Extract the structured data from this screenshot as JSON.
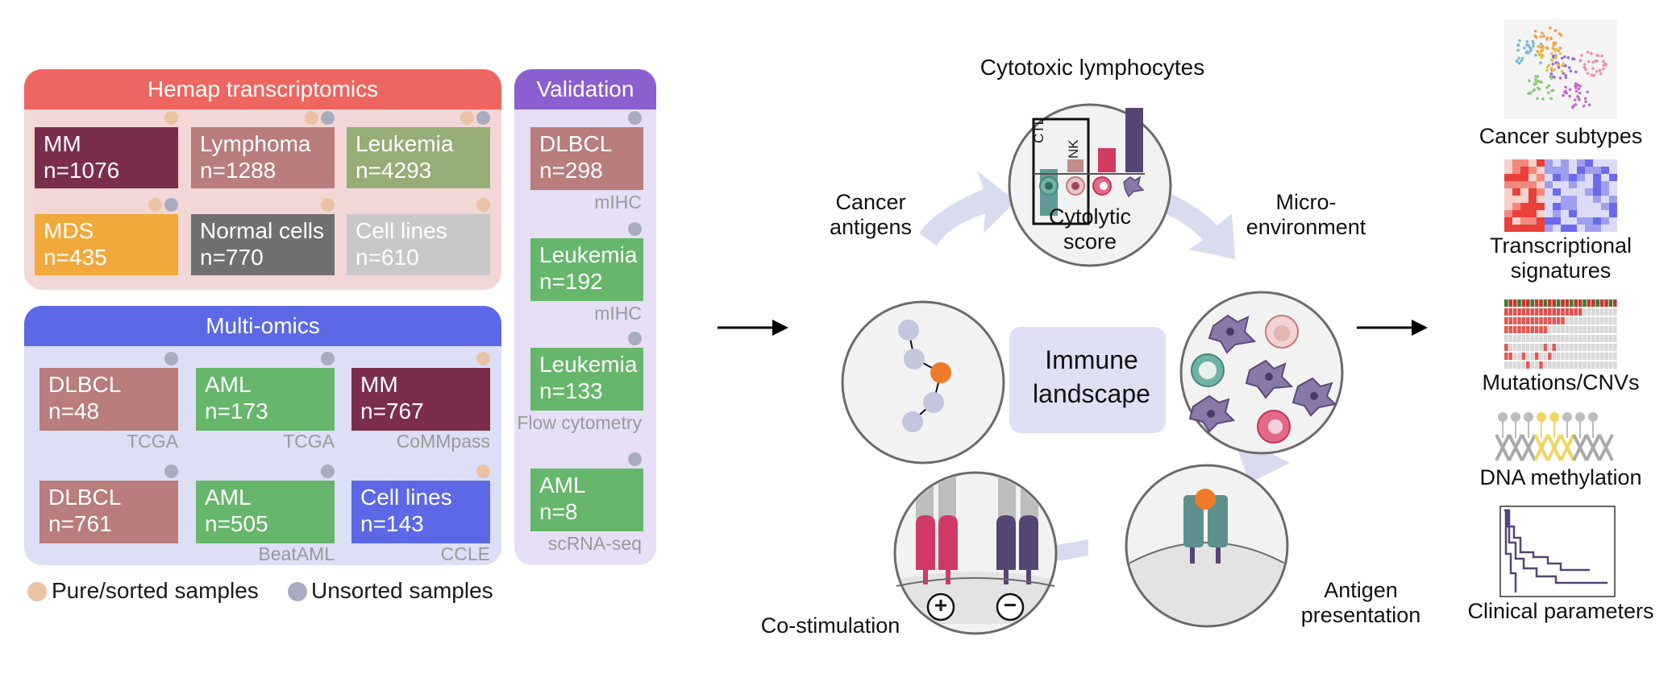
{
  "hemap": {
    "title": "Hemap transcriptomics",
    "cards": [
      {
        "name": "MM",
        "n": "n=1076",
        "color": "#7b2e4c",
        "dots": [
          "pure"
        ]
      },
      {
        "name": "Lymphoma",
        "n": "n=1288",
        "color": "#b87d7c",
        "dots": [
          "pure",
          "uns"
        ]
      },
      {
        "name": "Leukemia",
        "n": "n=4293",
        "color": "#97ad77",
        "dots": [
          "pure",
          "uns"
        ]
      },
      {
        "name": "MDS",
        "n": "n=435",
        "color": "#f0a93a",
        "dots": [
          "pure",
          "uns"
        ]
      },
      {
        "name": "Normal cells",
        "n": "n=770",
        "color": "#707070",
        "dots": [
          "pure"
        ]
      },
      {
        "name": "Cell lines",
        "n": "n=610",
        "color": "#c8c8c8",
        "dots": [
          "pure"
        ]
      }
    ]
  },
  "multiomics": {
    "title": "Multi-omics",
    "cards": [
      {
        "name": "DLBCL",
        "n": "n=48",
        "color": "#b87d7c",
        "source": "TCGA",
        "dots": [
          "uns"
        ]
      },
      {
        "name": "AML",
        "n": "n=173",
        "color": "#66b66b",
        "source": "TCGA",
        "dots": [
          "uns"
        ]
      },
      {
        "name": "MM",
        "n": "n=767",
        "color": "#7b2e4c",
        "source": "CoMMpass",
        "dots": [
          "pure"
        ]
      },
      {
        "name": "DLBCL",
        "n": "n=761",
        "color": "#b87d7c",
        "source": "",
        "dots": [
          "uns"
        ]
      },
      {
        "name": "AML",
        "n": "n=505",
        "color": "#66b66b",
        "source": "BeatAML",
        "dots": [
          "uns"
        ]
      },
      {
        "name": "Cell lines",
        "n": "n=143",
        "color": "#5c68e6",
        "source": "CCLE",
        "dots": [
          "pure"
        ]
      }
    ]
  },
  "validation": {
    "title": "Validation",
    "cards": [
      {
        "name": "DLBCL",
        "n": "n=298",
        "color": "#b87d7c",
        "source": "mIHC"
      },
      {
        "name": "Leukemia",
        "n": "n=192",
        "color": "#66b66b",
        "source": "mIHC"
      },
      {
        "name": "Leukemia",
        "n": "n=133",
        "color": "#66b66b",
        "source": "Flow cytometry"
      },
      {
        "name": "AML",
        "n": "n=8",
        "color": "#66b66b",
        "source": "scRNA-seq"
      }
    ]
  },
  "legend": {
    "pure": "Pure/sorted samples",
    "unsorted": "Unsorted samples"
  },
  "cycle": {
    "center": "Immune landscape",
    "cytotoxic": "Cytotoxic lymphocytes",
    "cytolytic": "Cytolytic score",
    "ctl": "CTL",
    "nk": "NK",
    "antigens": "Cancer antigens",
    "micro": "Micro- environment",
    "presentation": "Antigen presentation",
    "costim": "Co-stimulation",
    "plus": "+",
    "minus": "−"
  },
  "outputs": [
    {
      "label": "Cancer subtypes",
      "icon": "tsne-plot-icon"
    },
    {
      "label": "Transcriptional signatures",
      "icon": "heatmap-icon"
    },
    {
      "label": "Mutations/CNVs",
      "icon": "oncoprint-icon"
    },
    {
      "label": "DNA methylation",
      "icon": "dna-methylation-icon"
    },
    {
      "label": "Clinical parameters",
      "icon": "survival-curve-icon"
    }
  ],
  "colors": {
    "hemap_header": "#ee6661",
    "hemap_bg": "#f3d6d6",
    "multi_header": "#5c68e6",
    "multi_bg": "#dcdff5",
    "valid_header": "#8b5fd0",
    "valid_bg": "#e6dff5",
    "center_box": "#dfe0f3",
    "arrow": "#d9dbef"
  }
}
